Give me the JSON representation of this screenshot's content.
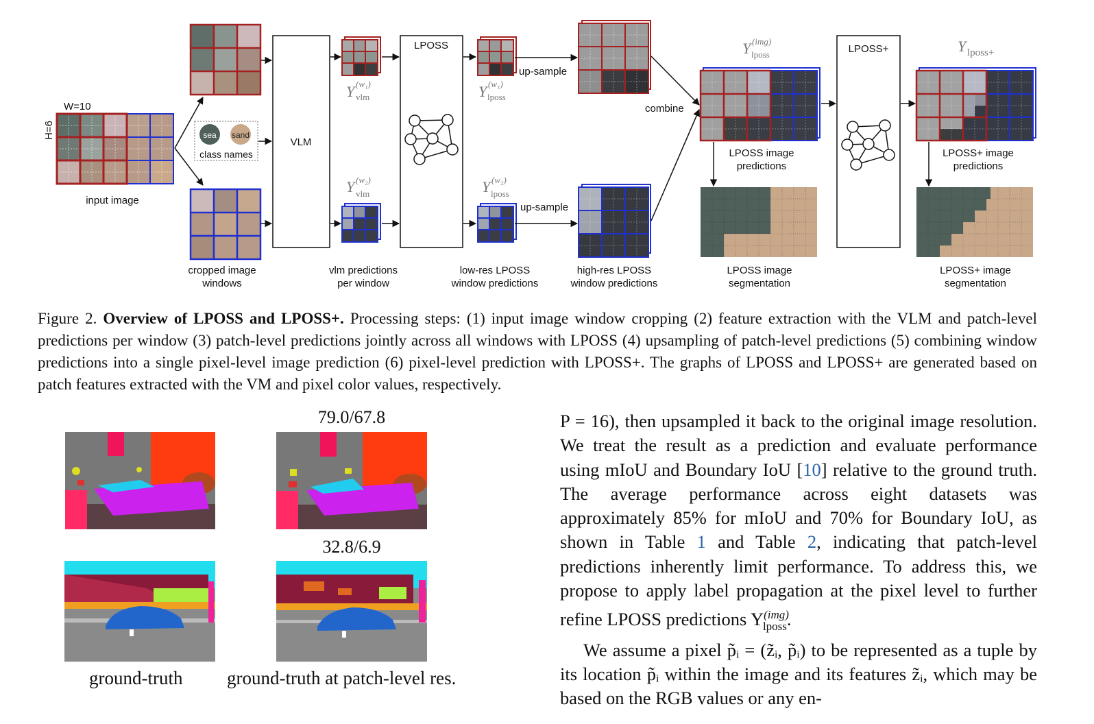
{
  "figure": {
    "labels": {
      "w": "W=10",
      "h": "H=6",
      "input_image": "input image",
      "class_sea": "sea",
      "class_sand": "sand",
      "class_names": "class names",
      "vlm": "VLM",
      "lposs": "LPOSS",
      "lposs_plus": "LPOSS+",
      "upsample1": "up-sample",
      "upsample2": "up-sample",
      "combine": "combine",
      "cropped_1": "cropped image",
      "cropped_2": "windows",
      "vlmpred_1": "vlm predictions",
      "vlmpred_2": "per window",
      "lowres_1": "low-res LPOSS",
      "lowres_2": "window predictions",
      "highres_1": "high-res LPOSS",
      "highres_2": "window predictions",
      "lposs_pred_1": "LPOSS image",
      "lposs_pred_2": "predictions",
      "lposs_seg_1": "LPOSS image",
      "lposs_seg_2": "segmentation",
      "lplus_pred_1": "LPOSS+ image",
      "lplus_pred_2": "predictions",
      "lplus_seg_1": "LPOSS+ image",
      "lplus_seg_2": "segmentation"
    },
    "math": {
      "y_vlm_w1_sup": "(w₁)",
      "y_vlm_w2_sup": "(w₂)",
      "y_lposs_w1_sup": "(w₁)",
      "y_lposs_w2_sup": "(w₂)",
      "y_img_sup": "(img)",
      "Y": "Y",
      "sub_vlm": "vlm",
      "sub_lposs": "lposs",
      "sub_lplus": "lposs+"
    },
    "colors": {
      "red": "#a52020",
      "blue": "#1f2fd0",
      "sea": "#4f5f5a",
      "sand": "#c9a88a"
    }
  },
  "caption": {
    "prefix": "Figure 2.",
    "title": "Overview of LPOSS and LPOSS+.",
    "body": "Processing steps: (1) input image window cropping (2) feature extraction with the VLM and patch-level predictions per window (3) patch-level predictions jointly across all windows with LPOSS (4) upsampling of patch-level predictions (5) combining window predictions into a single pixel-level image prediction (6) pixel-level prediction with LPOSS+. The graphs of LPOSS and LPOSS+ are generated based on patch features extracted with the VM and pixel color values, respectively."
  },
  "left_figure": {
    "score_1": "79.0/67.8",
    "score_2": "32.8/6.9",
    "caption_left": "ground-truth",
    "caption_right": "ground-truth at patch-level res."
  },
  "body": {
    "p1_a": "P = 16), then upsampled it back to the original image resolution. We treat the result as a prediction and evaluate performance using mIoU and Boundary IoU [",
    "cite_10": "10",
    "p1_b": "] relative to the ground truth. The average performance across eight datasets was approximately 85% for mIoU and 70% for Boundary IoU, as shown in Table ",
    "cite_t1": "1",
    "p1_c": " and Table ",
    "cite_t2": "2",
    "p1_d": ", indicating that patch-level predictions inherently limit performance. To address this, we propose to apply label propagation at the pixel level to further refine LPOSS predictions Y",
    "p1_sup": "(img)",
    "p1_sub": "lposs",
    "p1_end": ".",
    "p2": "We assume a pixel p̃ᵢ = (z̃ᵢ, p̃ᵢ) to be represented as a tuple by its location p̃ᵢ within the image and its features z̃ᵢ, which may be based on the RGB values or any en-"
  }
}
